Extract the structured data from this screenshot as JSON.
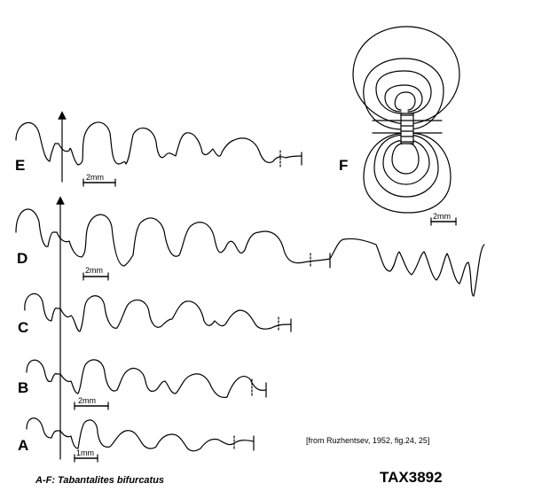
{
  "panels": {
    "a": {
      "letter": "A",
      "scale": "1mm"
    },
    "b": {
      "letter": "B",
      "scale": "2mm"
    },
    "c": {
      "letter": "C"
    },
    "d": {
      "letter": "D",
      "scale": "2mm"
    },
    "e": {
      "letter": "E",
      "scale": "2mm"
    },
    "f": {
      "letter": "F",
      "scale": "2mm"
    }
  },
  "caption": "A-F: Tabantalites bifurcatus",
  "source": "[from Ruzhentsev, 1952, fig.24, 25]",
  "code": "TAX3892",
  "colors": {
    "line": "#000000",
    "background": "#ffffff"
  }
}
